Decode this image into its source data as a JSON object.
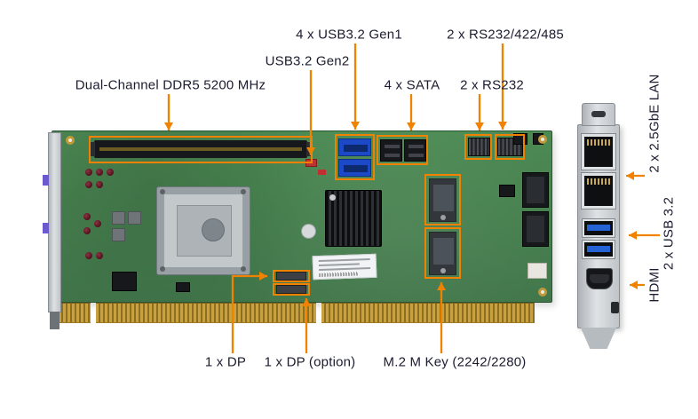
{
  "diagram": {
    "accent": "#F08200",
    "labels": {
      "ddr5": "Dual-Channel DDR5 5200 MHz",
      "usb32_gen1": "4 x USB3.2 Gen1",
      "usb32_gen2": "USB3.2 Gen2",
      "sata": "4 x SATA",
      "rs232_422_485": "2 x RS232/422/485",
      "rs232": "2 x RS232",
      "lan": "2 x 2.5GbE LAN",
      "usb32_rear": "2 x USB 3.2",
      "hdmi": "HDMI",
      "dp": "1 x DP",
      "dp_option": "1 x DP (option)",
      "m2": "M.2 M Key (2242/2280)"
    }
  }
}
